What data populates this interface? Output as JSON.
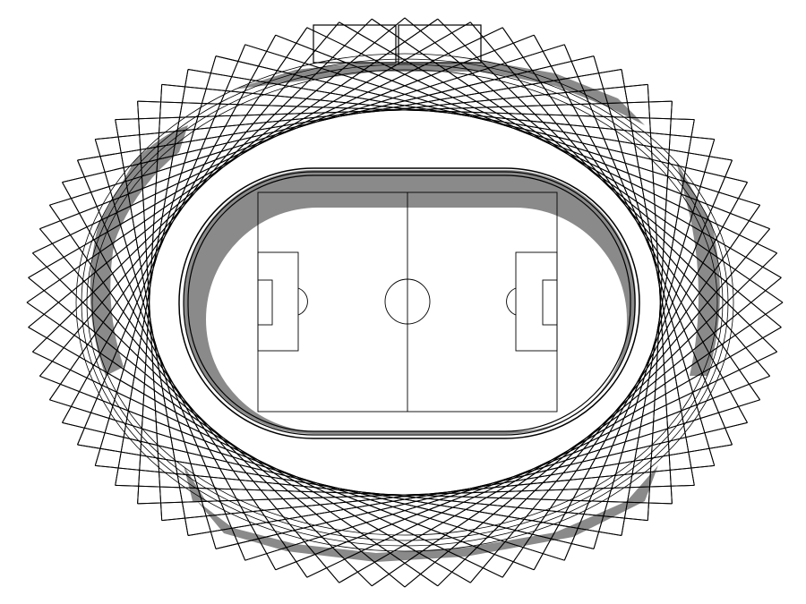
{
  "drawing": {
    "subject": "stadium-plan",
    "colors": {
      "background": "#ffffff",
      "line": "#000000",
      "shadow": "#808080",
      "field": "#ffffff"
    },
    "roof_lattice": {
      "chord_count": 72,
      "chord_span_steps": 19
    }
  }
}
